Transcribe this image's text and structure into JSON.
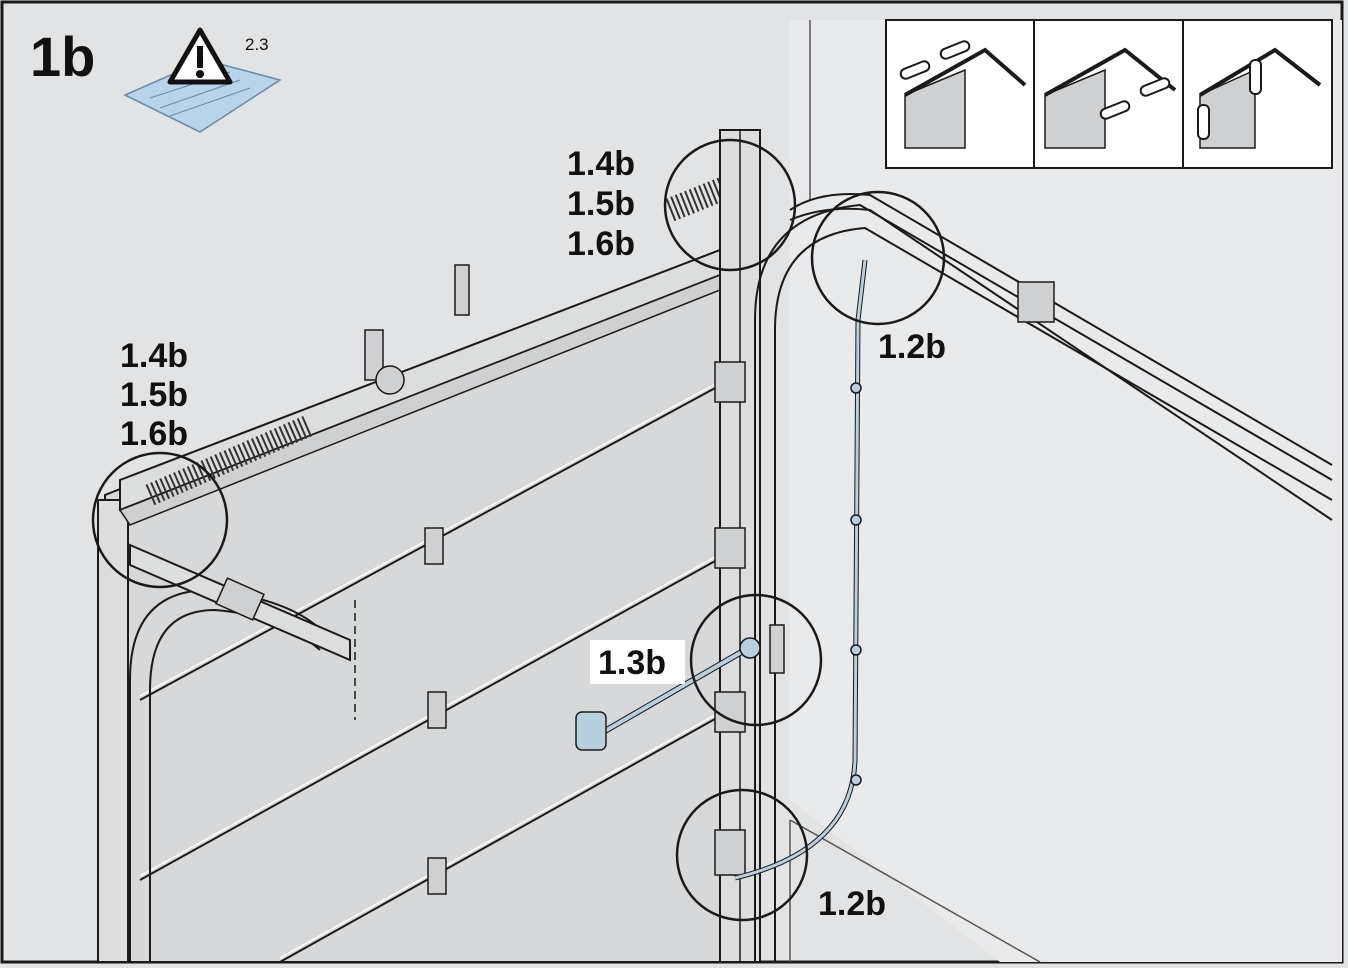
{
  "step": {
    "title": "1b"
  },
  "manual_icon": {
    "reference": "2.3",
    "icon": "warning-manual-icon"
  },
  "callouts": {
    "top_spring": [
      "1.4b",
      "1.5b",
      "1.6b"
    ],
    "left_spring": [
      "1.4b",
      "1.5b",
      "1.6b"
    ],
    "cable_top": "1.2b",
    "handle": "1.3b",
    "cable_bottom": "1.2b"
  },
  "variants": {
    "panel_1": "spring-position-top-icon",
    "panel_2": "spring-position-middle-icon",
    "panel_3": "spring-position-side-icon"
  },
  "colors": {
    "background": "#e2e3e4",
    "line": "#1a1a1a",
    "door_fill": "#d8d9da",
    "blue_part": "#b8cfe0",
    "highlight_white": "#ffffff"
  }
}
